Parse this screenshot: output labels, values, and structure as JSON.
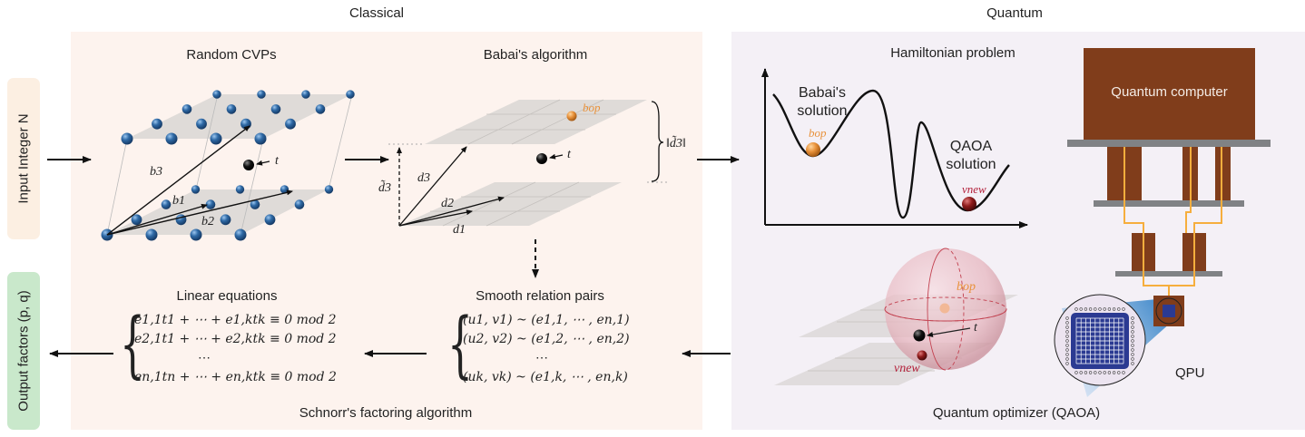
{
  "headers": {
    "classical": "Classical",
    "quantum": "Quantum"
  },
  "side": {
    "input": "Input Integer N",
    "output": "Output factors (p, q)"
  },
  "classical": {
    "random_cvps": {
      "title": "Random CVPs",
      "vectors": [
        "b3",
        "b1",
        "b2"
      ],
      "target": "t"
    },
    "babai": {
      "title": "Babai's algorithm",
      "vectors": [
        "d3",
        "d2",
        "d1"
      ],
      "projection": "d̃3",
      "norm": "‖d̃3‖",
      "optimal": "bop",
      "target": "t"
    },
    "smooth_pairs": {
      "title": "Smooth relation pairs",
      "rows": [
        "(u1, v1) ~ (e1,1, ⋯ , en,1)",
        "(u2, v2) ~ (e1,2, ⋯ , en,2)",
        "⋯",
        "(uk, vk) ~ (e1,k, ⋯ , en,k)"
      ]
    },
    "linear_equations": {
      "title": "Linear equations",
      "rows": [
        "e1,1t1 + ⋯ + e1,ktk ≡ 0  mod 2",
        "e2,1t1 + ⋯ + e2,ktk ≡ 0  mod 2",
        "⋯",
        "en,1tn + ⋯ + en,ktk ≡ 0  mod 2"
      ]
    },
    "footer": "Schnorr's factoring algorithm"
  },
  "quantum": {
    "hamiltonian": {
      "title": "Hamiltonian problem",
      "babai_label": "Babai's solution",
      "babai_label_lines": [
        "Babai's",
        "solution"
      ],
      "qaoa_label_lines": [
        "QAOA",
        "solution"
      ],
      "bop": "bop",
      "vnew": "vnew"
    },
    "computer": {
      "label": "Quantum computer",
      "qpu": "QPU"
    },
    "optimizer": {
      "bop": "bop",
      "t": "t",
      "vnew": "vnew"
    },
    "footer": "Quantum optimizer (QAOA)"
  },
  "colors": {
    "classical_bg": "#fdf3ee",
    "quantum_bg": "#f4f0f6",
    "input_bg": "#fcefe2",
    "output_bg": "#c9e8cb",
    "lattice_blue": "#2f6aa6",
    "orange": "#e8913a",
    "crimson": "#b3203a",
    "brown": "#803d1b",
    "wire": "#f6ae3d",
    "chip_blue": "#2b3a92"
  }
}
